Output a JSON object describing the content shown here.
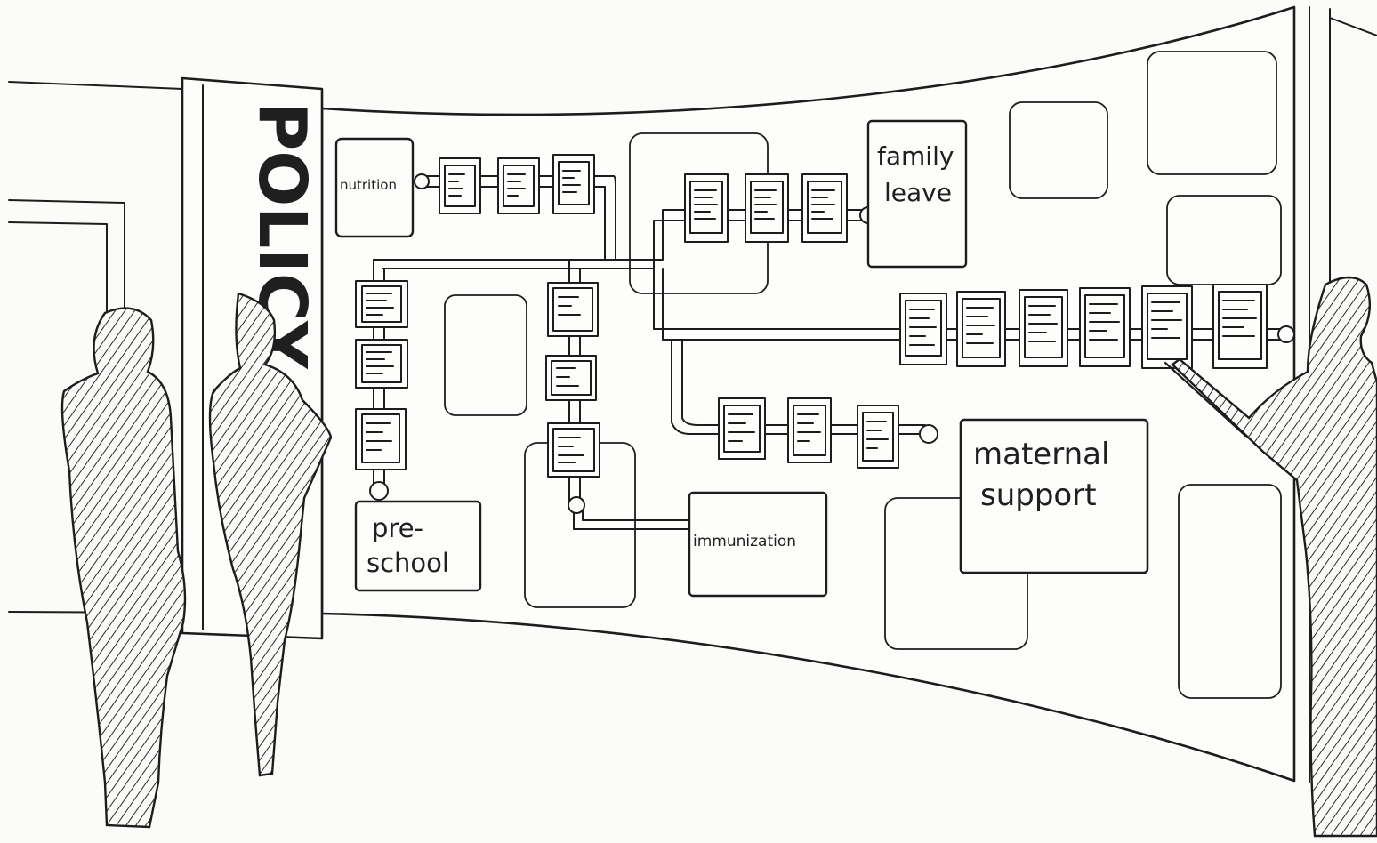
{
  "signage": {
    "vertical_title": "POLICY"
  },
  "labels": {
    "nutrition": "nutrition",
    "family_leave_line1": "family",
    "family_leave_line2": "leave",
    "preschool_line1": "pre-",
    "preschool_line2": "school",
    "immunization": "immunization",
    "maternal_support_line1": "maternal",
    "maternal_support_line2": "support"
  }
}
